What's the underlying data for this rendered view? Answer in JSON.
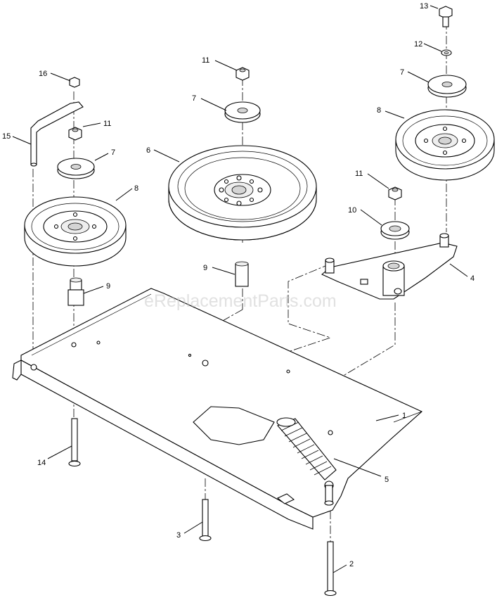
{
  "watermark": "eReplacementParts.com",
  "callouts": [
    "13",
    "12",
    "7",
    "8",
    "11",
    "10",
    "4",
    "11",
    "7",
    "6",
    "9",
    "16",
    "11",
    "15",
    "7",
    "8",
    "9",
    "1",
    "5",
    "14",
    "3",
    "2"
  ]
}
